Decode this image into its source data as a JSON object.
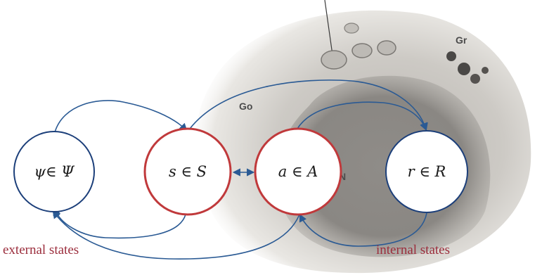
{
  "diagram": {
    "nodes": [
      {
        "id": "psi",
        "label": "ψ∈ Ψ",
        "role": "external"
      },
      {
        "id": "s",
        "label": "s ∈ S",
        "role": "sensory"
      },
      {
        "id": "a",
        "label": "a ∈ A",
        "role": "active"
      },
      {
        "id": "r",
        "label": "r ∈ R",
        "role": "internal"
      }
    ],
    "captions": {
      "external": "external states",
      "internal": "internal states"
    },
    "background_labels": [
      "Go",
      "Gr",
      "N"
    ],
    "colors": {
      "node_border_default": "#1c3f7a",
      "node_border_blanket": "#c0393b",
      "node_fill": "#ffffff",
      "arrow": "#2a5a94",
      "caption": "#9b2d3c"
    },
    "edges": [
      {
        "from": "psi",
        "to": "s"
      },
      {
        "from": "s",
        "to": "psi"
      },
      {
        "from": "s",
        "to": "r"
      },
      {
        "from": "a",
        "to": "r"
      },
      {
        "from": "r",
        "to": "a"
      },
      {
        "from": "a",
        "to": "psi"
      },
      {
        "from": "s",
        "to": "a",
        "bidirectional": true
      }
    ]
  }
}
